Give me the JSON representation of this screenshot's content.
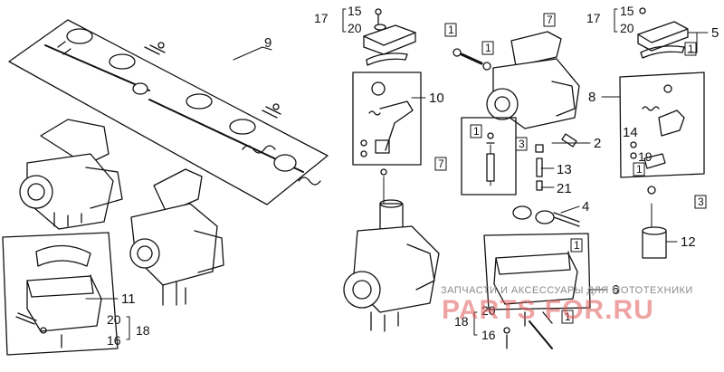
{
  "colors": {
    "line": "#111111",
    "watermark_text": "#8a8a8a",
    "watermark_logo": "#e25a5a",
    "background": "#ffffff"
  },
  "callouts": {
    "n1": "1",
    "n2": "2",
    "n3": "3",
    "n4": "4",
    "n5": "5",
    "n6": "6",
    "n7": "7",
    "n8": "8",
    "n9": "9",
    "n10": "10",
    "n11": "11",
    "n12": "12",
    "n13": "13",
    "n14": "14",
    "n15": "15",
    "n16": "16",
    "n17": "17",
    "n18": "18",
    "n19": "19",
    "n20": "20",
    "n21": "21"
  },
  "watermark": {
    "title": "ЗАПЧАСТИ И АКСЕССУАРЫ ДЛЯ МОТОТЕХНИКИ",
    "logo": "PARTS FOR.RU"
  }
}
